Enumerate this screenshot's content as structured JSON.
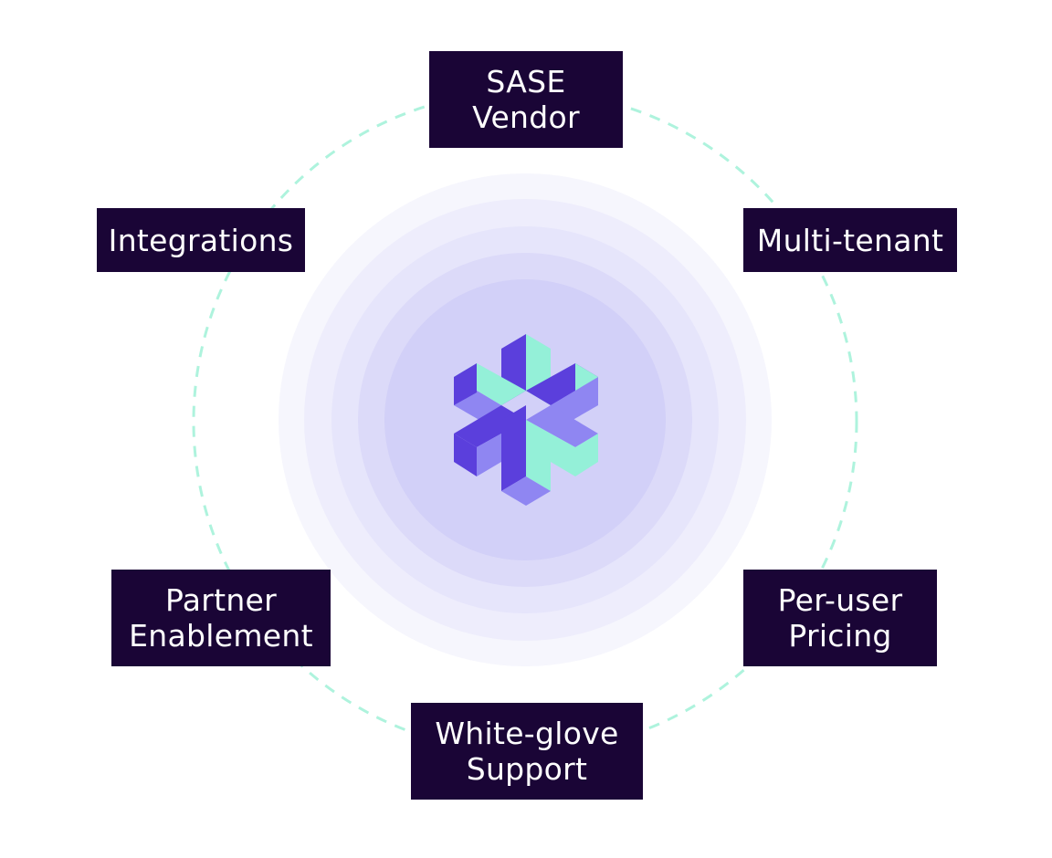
{
  "colors": {
    "node_bg": "#1a0536",
    "node_text": "#ffffff",
    "ring_dash": "#aef3dd",
    "halo_outer": "#f6f6fd",
    "halo_inner": "#d2d0f8",
    "logo_dark": "#5b3fdc",
    "logo_mid": "#8f86f2",
    "logo_mint": "#94f0d8"
  },
  "center": {
    "icon": "hexagonal-asterisk-logo-icon"
  },
  "nodes": {
    "sase_vendor": {
      "line1": "SASE",
      "line2": "Vendor"
    },
    "multi_tenant": {
      "line1": "Multi-tenant"
    },
    "per_user_pricing": {
      "line1": "Per-user",
      "line2": "Pricing"
    },
    "white_glove_support": {
      "line1": "White-glove",
      "line2": "Support"
    },
    "partner_enablement": {
      "line1": "Partner",
      "line2": "Enablement"
    },
    "integrations": {
      "line1": "Integrations"
    }
  }
}
